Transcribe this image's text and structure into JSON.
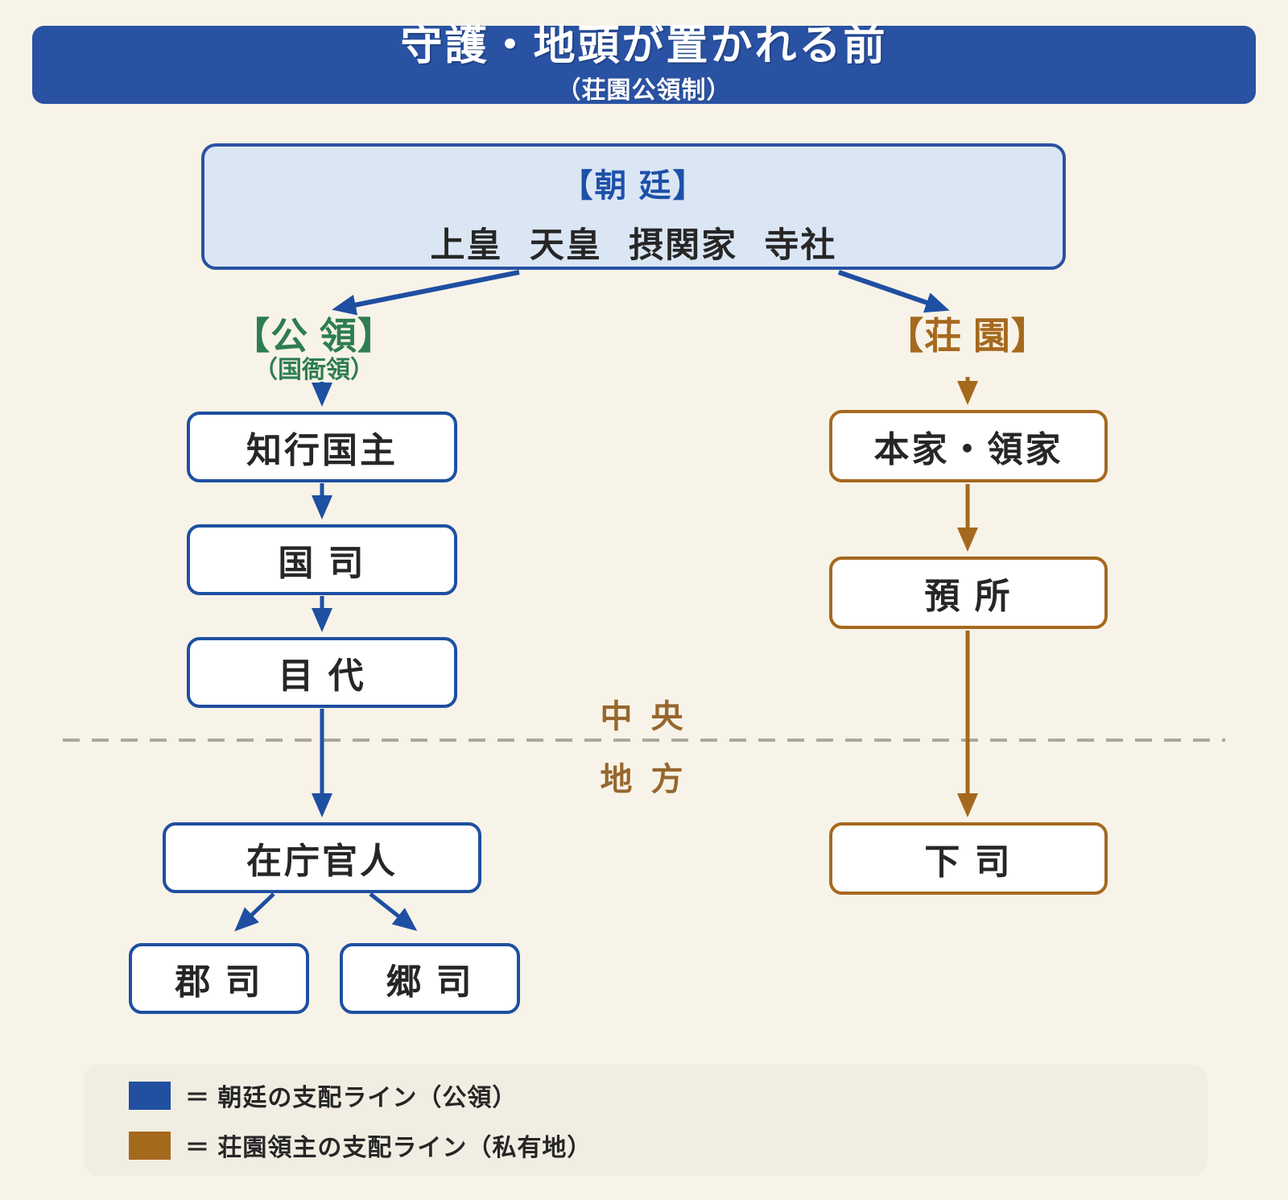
{
  "title": {
    "main": "守護・地頭が置かれる前",
    "sub": "（荘園公領制）"
  },
  "court": {
    "heading": "【朝 廷】",
    "members": "上皇 天皇 摂関家 寺社"
  },
  "branches": {
    "koryo_label": "【公 領】",
    "koryo_sub": "（国衙領）",
    "shoen_label": "【荘 園】"
  },
  "nodes": {
    "chigyo": "知行国主",
    "kokushi": "国 司",
    "mokudai": "目 代",
    "zaicho": "在庁官人",
    "gunji": "郡 司",
    "goji": "郷 司",
    "honke": "本家・領家",
    "azukari": "預 所",
    "geshi": "下 司"
  },
  "divider": {
    "above": "中 央",
    "below": "地 方"
  },
  "legend": {
    "items": [
      {
        "swatch_color": "#2150a0",
        "label": "＝ 朝廷の支配ライン（公領）"
      },
      {
        "swatch_color": "#a5691e",
        "label": "＝ 荘園領主の支配ライン（私有地）"
      }
    ]
  },
  "colors": {
    "court_line_blue": "#1e4fa1",
    "shoen_line_brown": "#a5691e",
    "koryo_green": "#2e7d4f",
    "zone_brown": "#96672e",
    "title_bar_blue": "#2a52a3",
    "court_fill": "#dbe6f5",
    "background": "#f8f3e8",
    "divider_gray": "#ada89c"
  }
}
